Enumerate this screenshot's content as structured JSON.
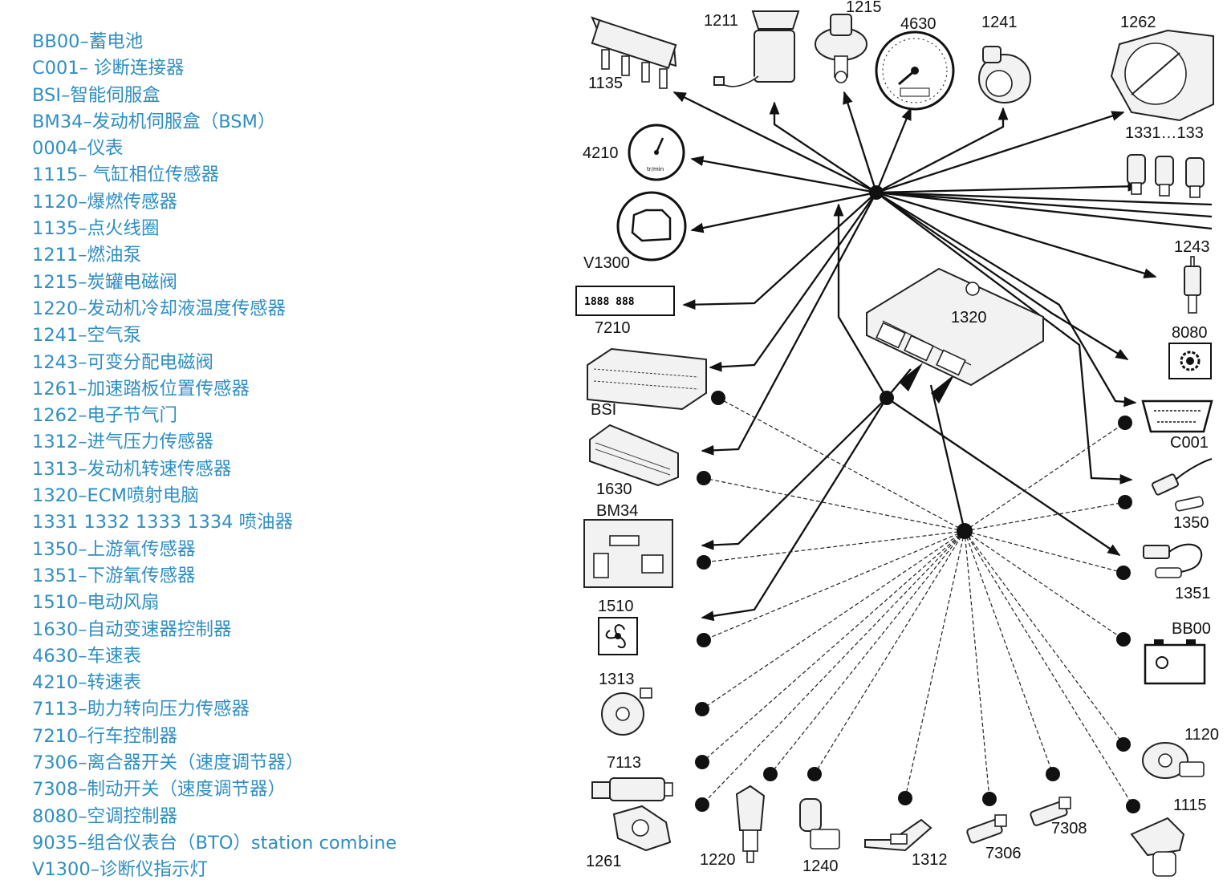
{
  "legend": [
    "BB00–蓄电池",
    "C001– 诊断连接器",
    "BSI–智能伺服盒",
    "BM34–发动机伺服盒（BSM）",
    "0004–仪表",
    "1115– 气缸相位传感器",
    "1120–爆燃传感器",
    "1135–点火线圈",
    "1211–燃油泵",
    "1215–炭罐电磁阀",
    "1220–发动机冷却液温度传感器",
    "1241–空气泵",
    "1243–可变分配电磁阀",
    "1261–加速踏板位置传感器",
    "1262–电子节气门",
    "1312–进气压力传感器",
    "1313–发动机转速传感器",
    "1320–ECM喷射电脑",
    "1331 1332 1333 1334 喷油器",
    "1350–上游氧传感器",
    "1351–下游氧传感器",
    "1510–电动风扇",
    "1630–自动变速器控制器",
    "4630–车速表",
    "4210–转速表",
    "7113–助力转向压力传感器",
    "7210–行车控制器",
    "7306–离合器开关（速度调节器）",
    "7308–制动开关（速度调节器）",
    "8080–空调控制器",
    "9035–组合仪表台（BTO）station combine",
    "V1300–诊断仪指示灯"
  ],
  "components": {
    "c1135": "1135",
    "c1211": "1211",
    "c1215": "1215",
    "c4630": "4630",
    "c1241": "1241",
    "c1262": "1262",
    "c1331": "1331…133",
    "c4210": "4210",
    "cV1300": "V1300",
    "c7210": "7210",
    "cBSI": "BSI",
    "c1630": "1630",
    "cBM34": "BM34",
    "c1510": "1510",
    "c1313": "1313",
    "c7113": "7113",
    "c1261": "1261",
    "c1220": "1220",
    "c1240": "1240",
    "c1312": "1312",
    "c7306": "7306",
    "c7308": "7308",
    "c1115": "1115",
    "c1120": "1120",
    "cBB00": "BB00",
    "c1351": "1351",
    "c1350": "1350",
    "cC001": "C001",
    "c8080": "8080",
    "c1243": "1243",
    "c1320": "1320"
  },
  "readouts": {
    "display_7210": "1888  888",
    "gauge_4210_unit": "tr/min"
  }
}
